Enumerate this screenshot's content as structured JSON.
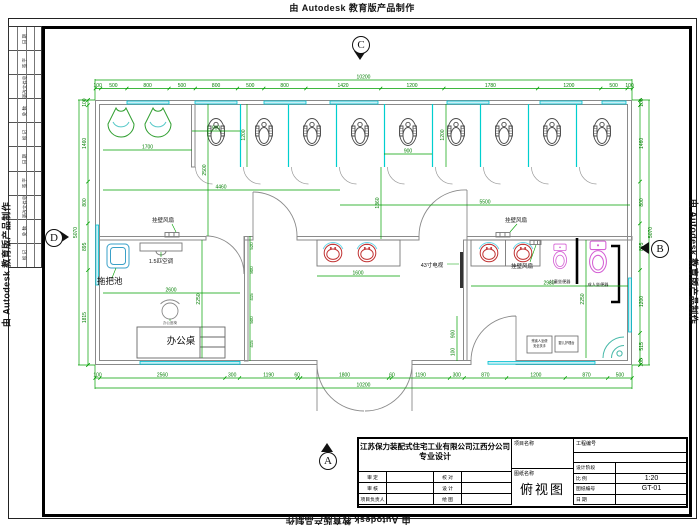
{
  "watermark": {
    "text": "由 Autodesk 教育版产品制作"
  },
  "markers": {
    "top": "C",
    "bottom": "A",
    "left": "D",
    "right": "B"
  },
  "revision_strip": {
    "rows": [
      "日 期",
      "签 字",
      "更改文件号",
      "处 数",
      "标 记",
      "日 期",
      "签 字",
      "更改文件号",
      "处 数",
      "标 记"
    ]
  },
  "plan": {
    "dims": {
      "top_total": "10200",
      "top_chain": [
        "100",
        "500",
        "800",
        "500",
        "800",
        "500",
        "800",
        "1420",
        "1200",
        "1780",
        "1200",
        "500",
        "100"
      ],
      "bottom_total": "10200",
      "bottom_chain": [
        "100",
        "2560",
        "300",
        "1190",
        "60",
        "1800",
        "60",
        "1190",
        "300",
        "870",
        "1200",
        "870",
        "500"
      ],
      "left_total": "5070",
      "left_chain": [
        "100",
        "1460",
        "800",
        "895",
        "1815"
      ],
      "right_total": "5070",
      "right_chain": [
        "100",
        "1460",
        "800",
        "895",
        "1200",
        "515",
        "100"
      ],
      "interior": {
        "urinal_width": "1700",
        "stall_a": "900",
        "stall_b": "900",
        "stall_depth_a": "1200",
        "stall_depth_b": "1200",
        "room_depth": "2500",
        "corridor_left": "4460",
        "corridor_right": "5500",
        "mid_depth": "1360",
        "counter": "1600",
        "office_width": "2600",
        "office_depth": "2250",
        "family_width": "2980",
        "family_depth": "2250",
        "door_width": "900",
        "door_edge": "100",
        "o1": "520",
        "o2": "800",
        "o3": "415",
        "o4": "500",
        "o5": "415"
      }
    },
    "labels": {
      "mop_sink": "拖把池",
      "office_desk": "办公桌",
      "ac": "1.5匹空调",
      "wall_fan_1": "挂壁风扇",
      "wall_fan_2": "挂壁风扇",
      "wall_fan_3": "挂壁风扇",
      "tv": "43寸电视",
      "child_wc": "儿童坐便器",
      "adult_wc": "成人坐便器",
      "chair": "办公座椅",
      "box1a": "残疾人坐便",
      "box1b": "安全扶手",
      "box2": "婴儿护理台"
    }
  },
  "title_block": {
    "company": "江苏保力装配式住宅工业有限公司江西分公司",
    "company_sub": "专业设计",
    "approve_label": "审  定",
    "review_label": "审  核",
    "pm_label": "项目负责人",
    "proof_label": "校  对",
    "design_label": "设  计",
    "draft_label": "绘  图",
    "project_name_label": "项目名称",
    "drawing_name_label": "图纸名称",
    "drawing_name": "俯视图",
    "project_no_label": "工程编号",
    "stage_label": "设计阶段",
    "scale_label": "比  例",
    "scale_value": "1:20",
    "sheet_no_label": "图纸编号",
    "sheet_no_value": "GT-01",
    "date_label": "日  期"
  }
}
